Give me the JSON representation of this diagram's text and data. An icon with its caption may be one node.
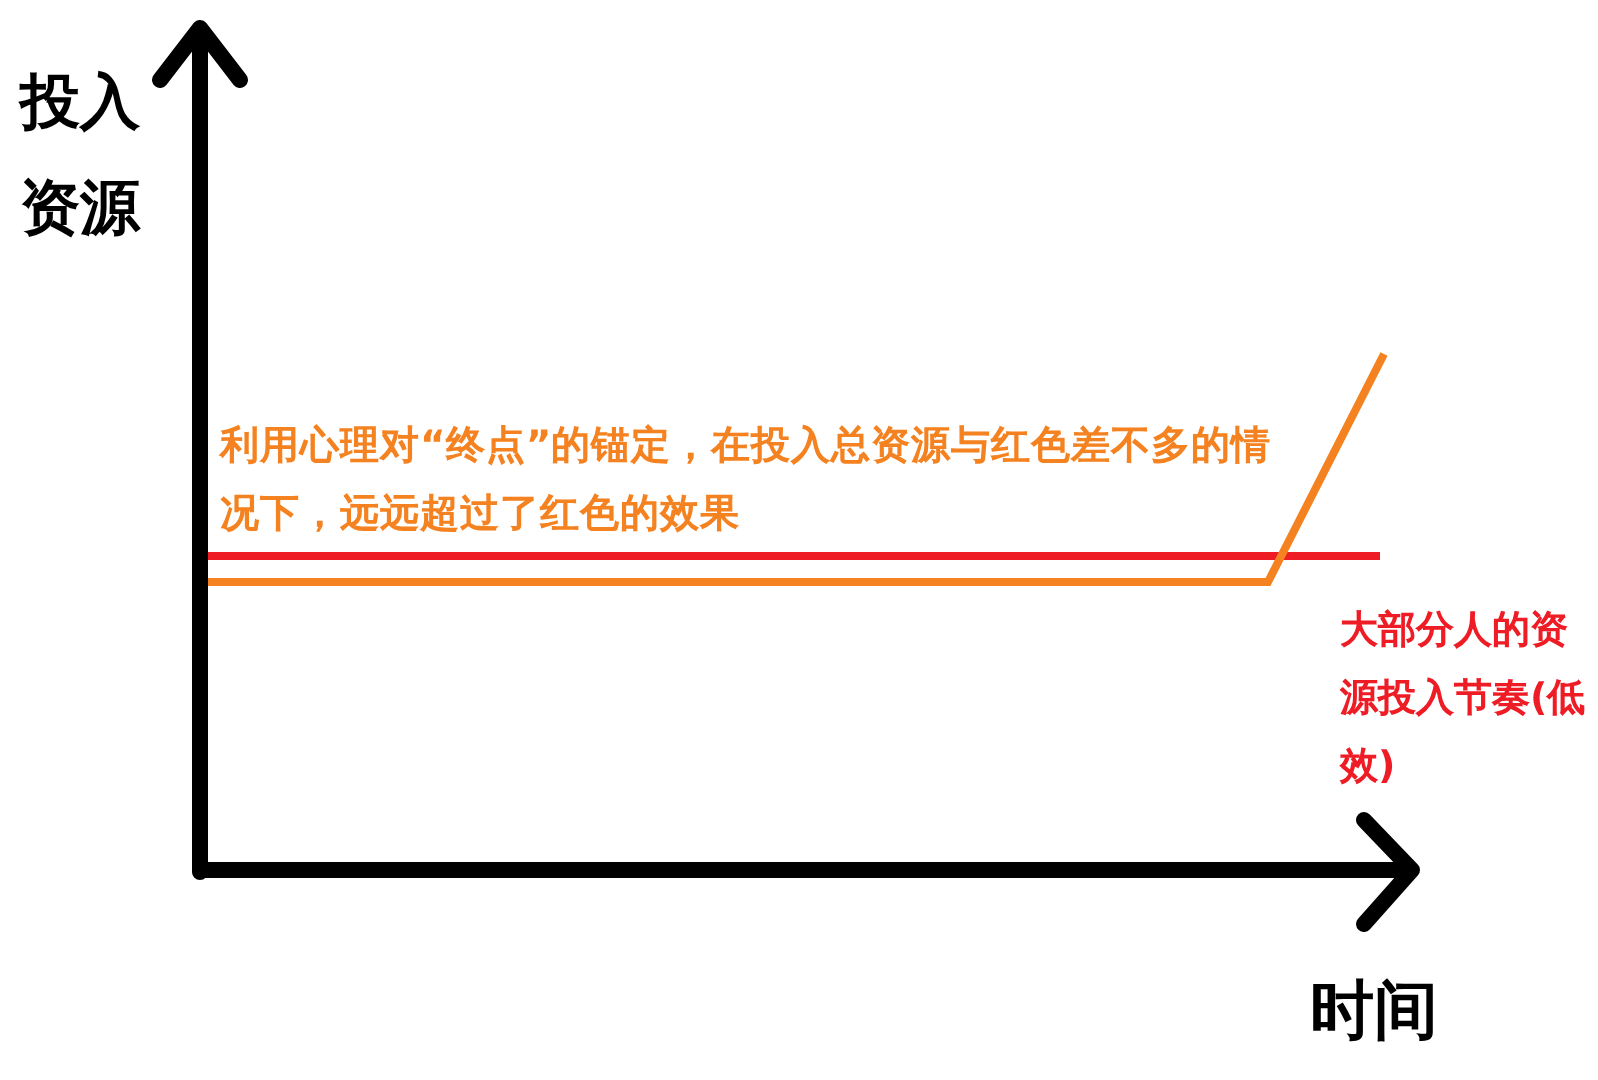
{
  "diagram": {
    "labels": [
      "投入资源",
      "利用心理对“终点”的锚定，在投入总资源与红色差不多的情况下，远远超过了红色的效果",
      "大部分人的资源投入节奏(低效)",
      "时间"
    ]
  }
}
